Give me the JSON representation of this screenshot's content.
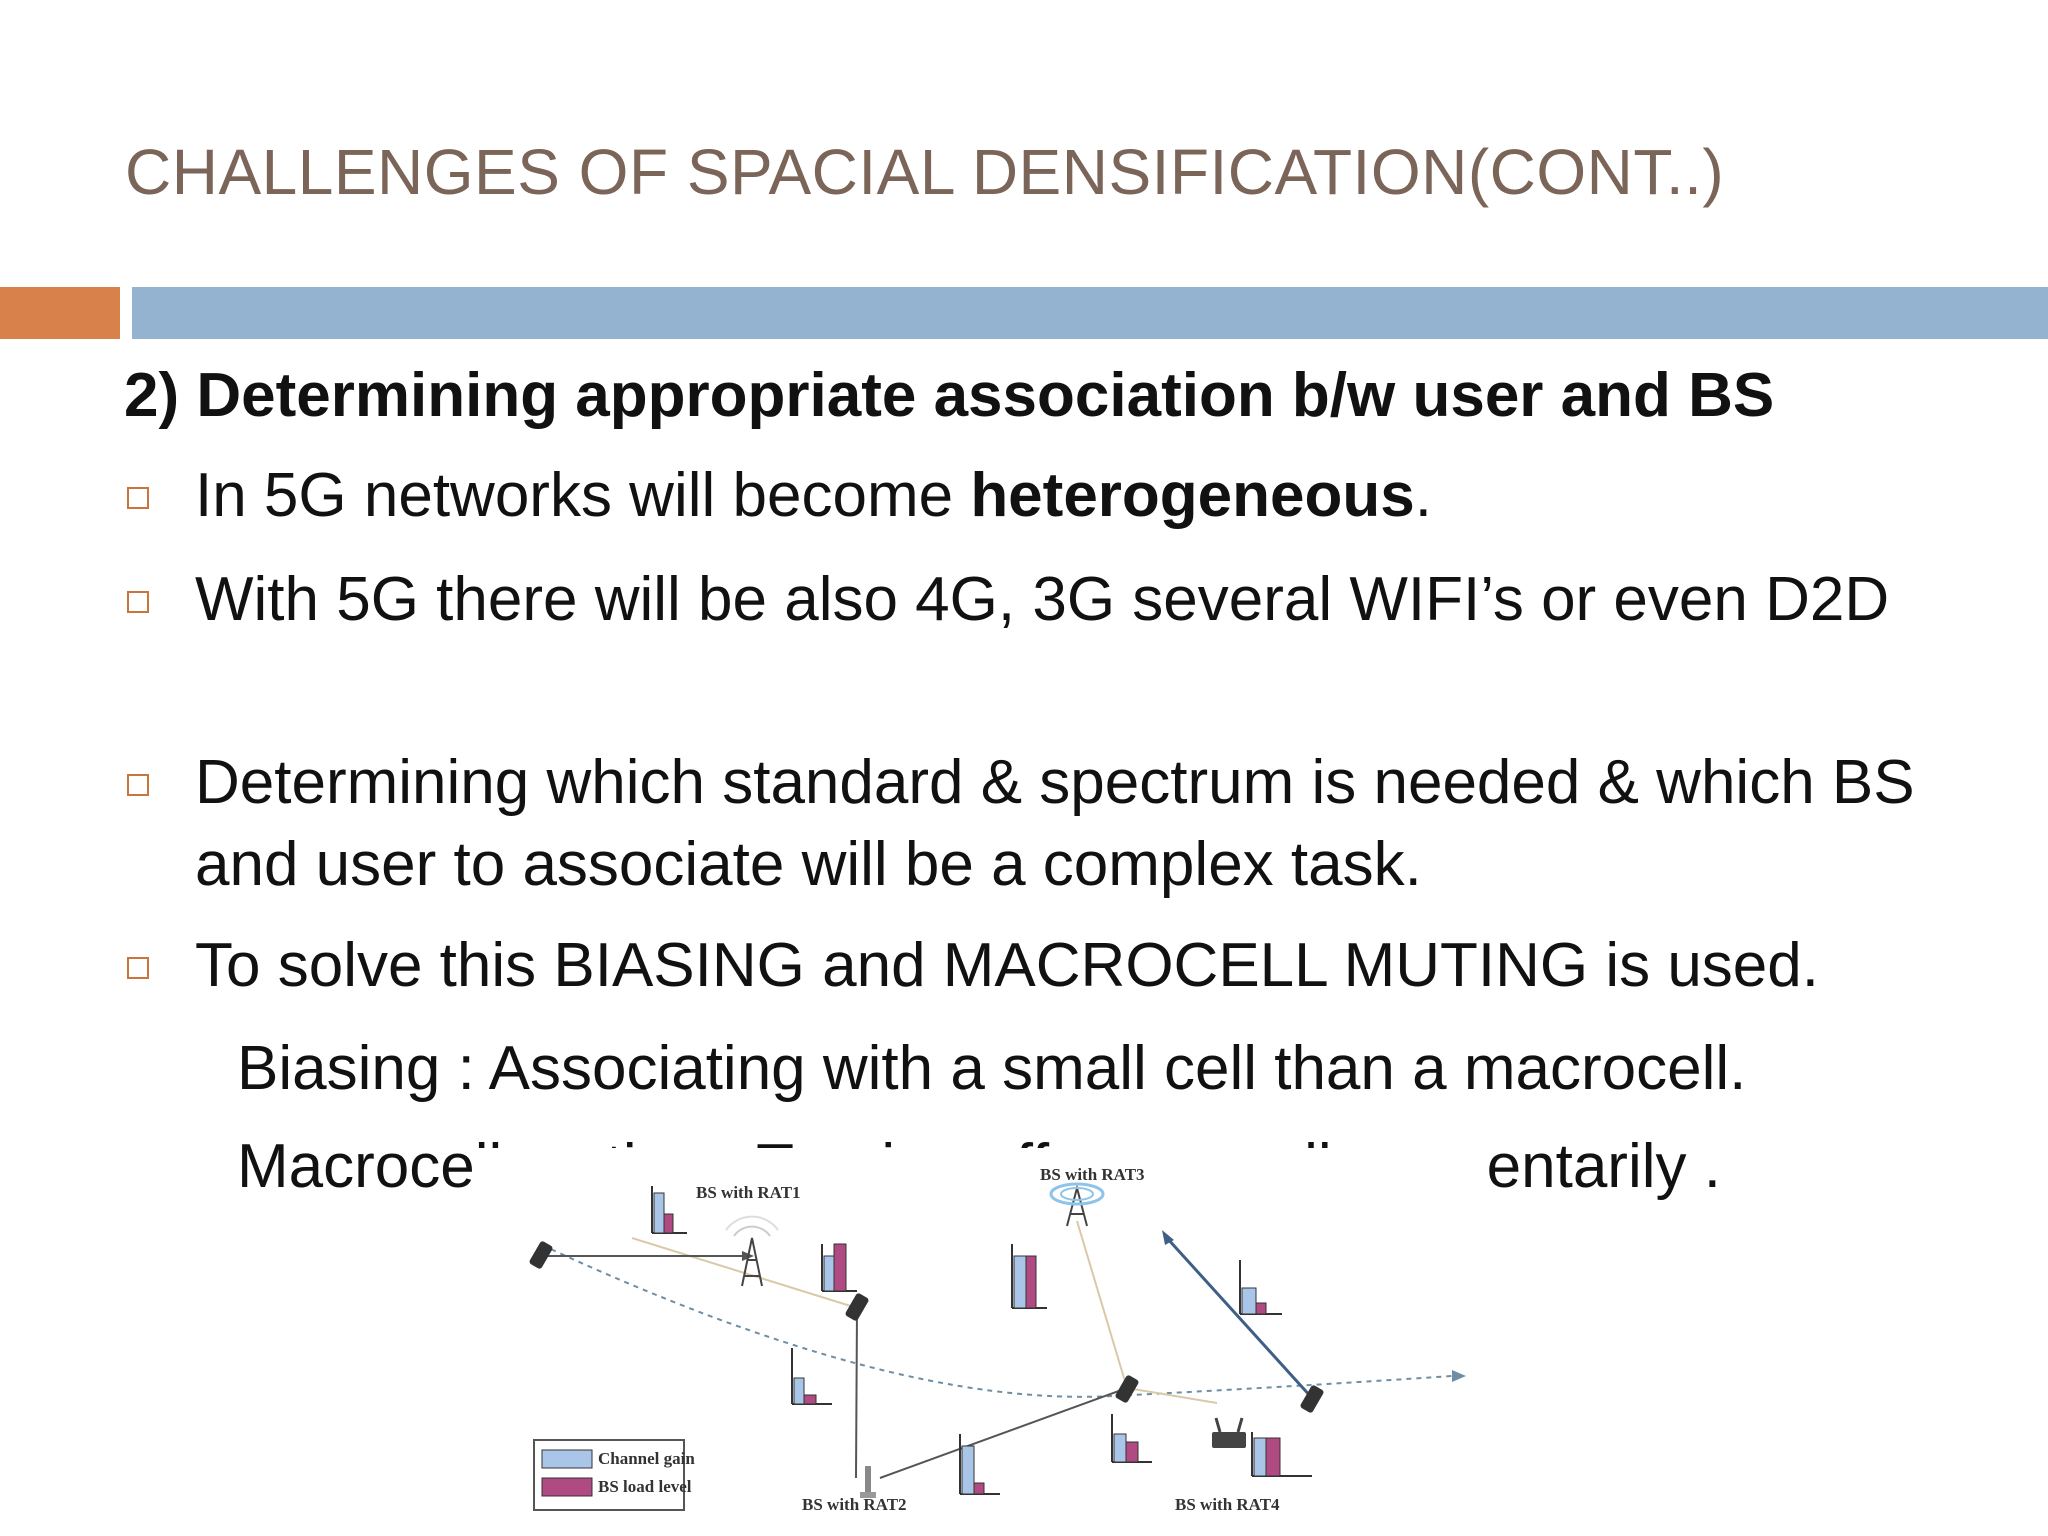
{
  "slide": {
    "title": "CHALLENGES OF SPACIAL DENSIFICATION(CONT..)",
    "heading": "2) Determining appropriate  association b/w user and BS",
    "bullets": [
      {
        "text_before": "In 5G networks will become ",
        "bold": "heterogeneous",
        "text_after": "."
      },
      {
        "text": "With 5G there will be also 4G, 3G several WIFI’s or even D2D"
      },
      {
        "text": "Determining which standard & spectrum is needed & which BS and user to associate will be a complex task."
      },
      {
        "text": "To solve this BIASING  and MACROCELL MUTING is used."
      }
    ],
    "sub_lines": [
      "Biasing : Associating with a small cell than a macrocell.",
      "Macrocell muting : Turning off macrocell momentarily ."
    ]
  },
  "figure": {
    "bs_labels": {
      "rat1": "BS with RAT1",
      "rat2": "BS with RAT2",
      "rat3": "BS with RAT3",
      "rat4": "BS with RAT4"
    },
    "legend": {
      "channel_gain": "Channel gain",
      "bs_load": "BS load level"
    },
    "colors": {
      "channel_gain": "#a9c6e8",
      "bs_load": "#b04a82"
    }
  },
  "theme": {
    "accent_orange": "#d9814a",
    "accent_blue": "#94b3d1",
    "title_color": "#7a6558"
  }
}
